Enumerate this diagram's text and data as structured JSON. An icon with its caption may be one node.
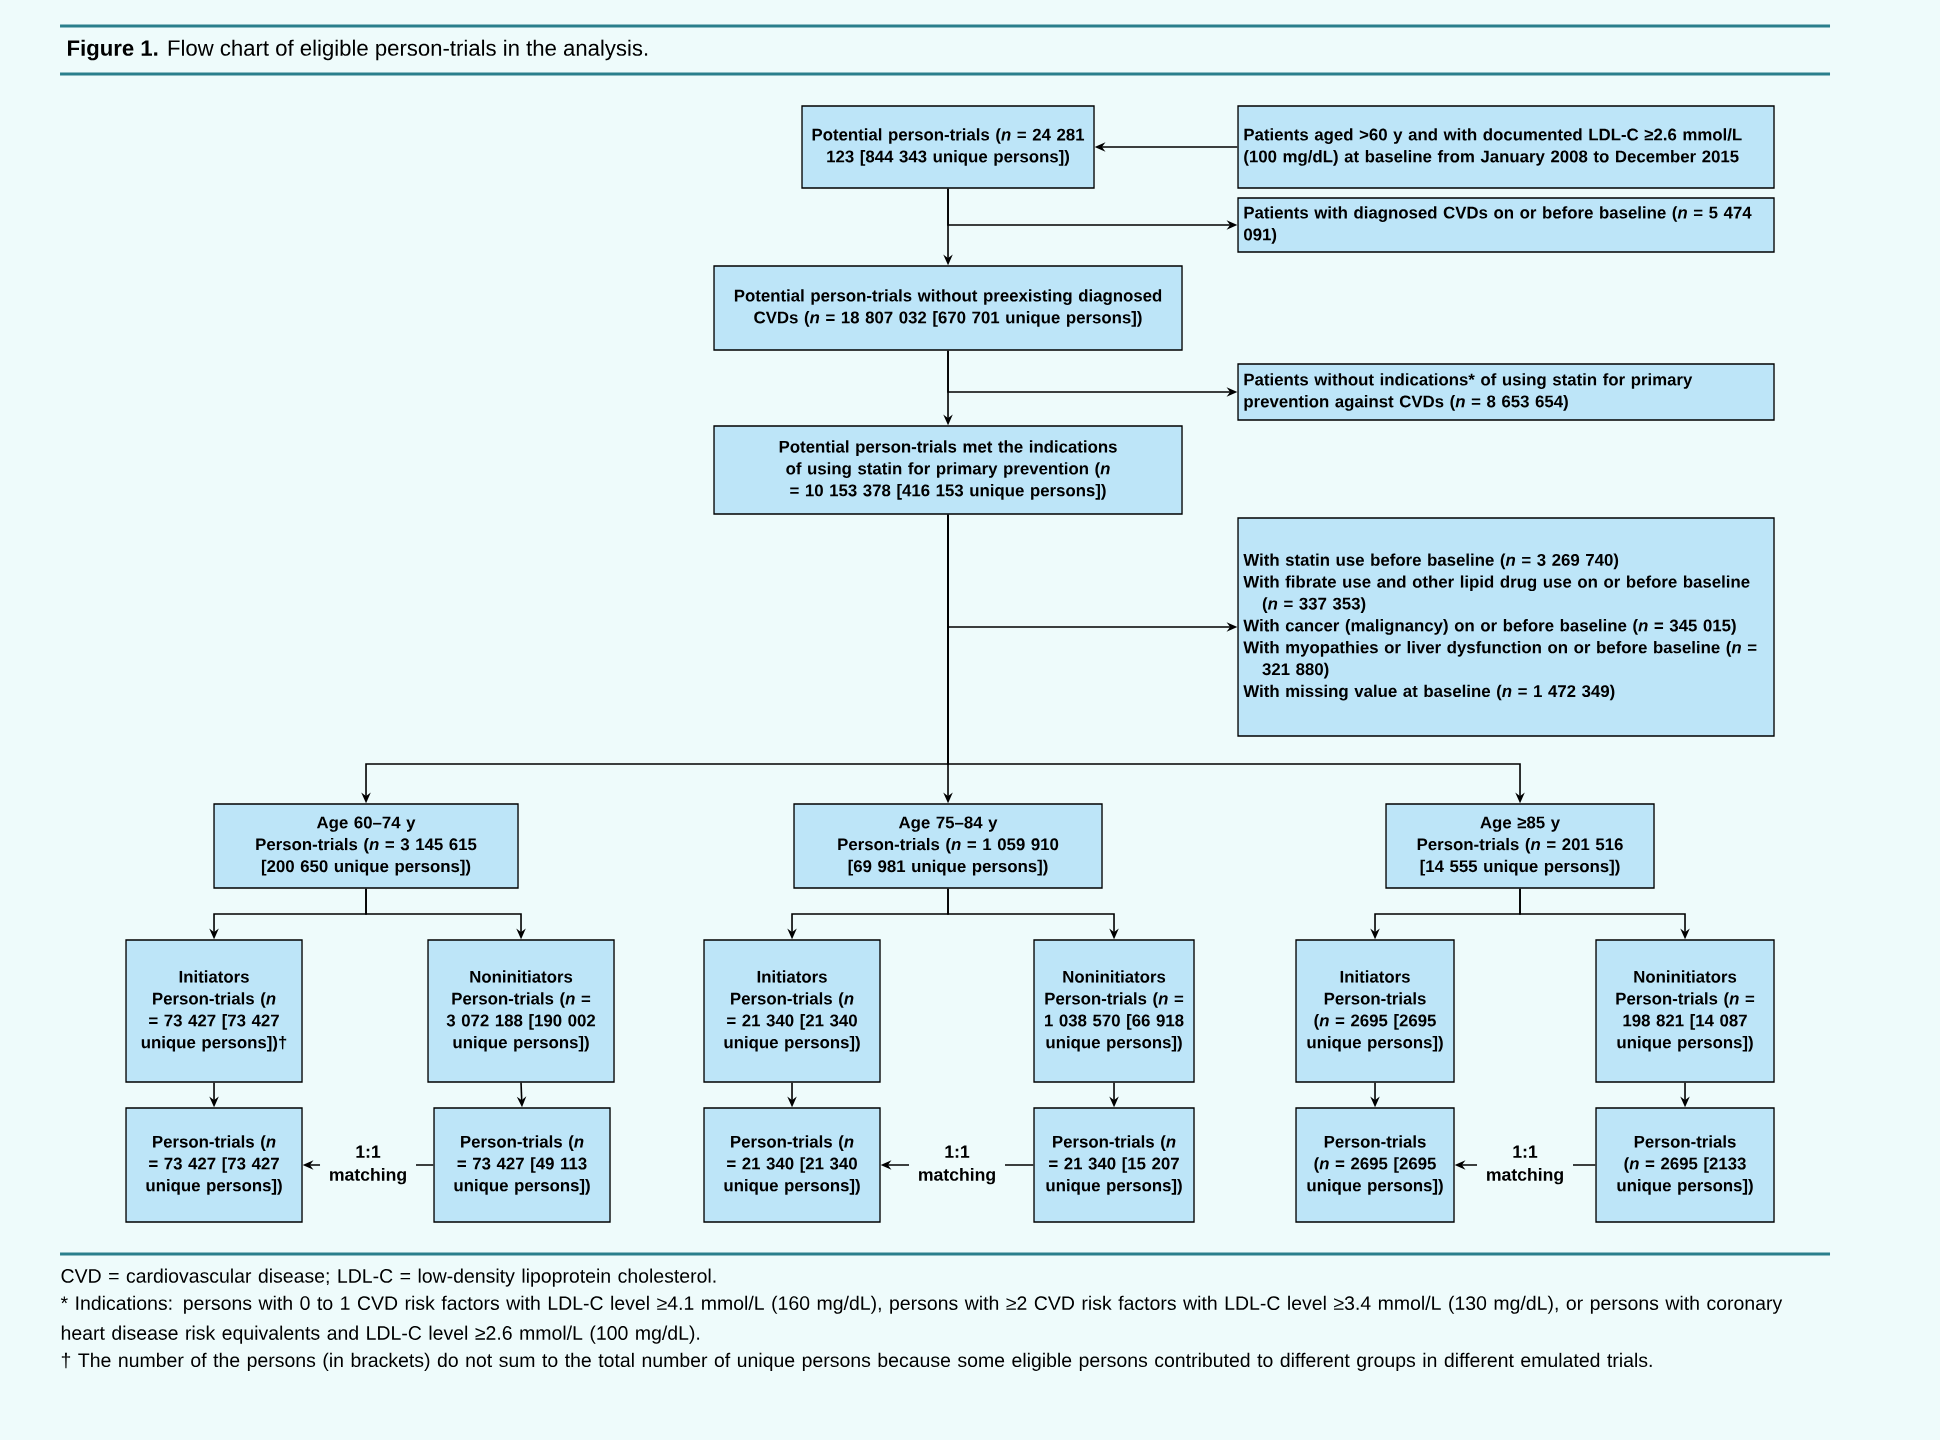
{
  "diagram": {
    "title": "**Figure 1.** Flow chart of eligible person-trials in the analysis.",
    "nodes": [
      {
        "text": [
          "Potential person-trials (*n* = 24 281 123 [844 343 unique persons])"
        ]
      },
      {
        "text": [
          "Patients aged >60 y and with documented LDL-C ≥2.6 mmol/L (100 mg/dL) at baseline from January 2008 to December 2015"
        ]
      },
      {
        "text": [
          "Patients with diagnosed CVDs on or before baseline (*n* = 5 474 091)"
        ]
      },
      {
        "text": [
          "Potential person-trials without preexisting diagnosed CVDs (*n* = 18 807 032 [670 701 unique persons])"
        ]
      },
      {
        "text": [
          "Patients without indications* of using statin for primary prevention against CVDs (*n* = 8 653 654)"
        ]
      },
      {
        "text": [
          "Potential person-trials met the indications of using statin for primary prevention (*n* = 10 153 378 [416 153 unique persons])"
        ]
      },
      {
        "text": [
          "With statin use before baseline (*n* = 3 269 740)",
          "With fibrate use and other lipid drug use on or before baseline (*n* = 337 353)",
          "With cancer (malignancy) on or before baseline (*n* = 345 015)",
          "With myopathies or liver dysfunction on or before baseline (*n* = 321 880)",
          "With missing value at baseline (*n* = 1 472 349)"
        ]
      },
      {
        "text": [
          "Age 60–74 y",
          "Person-trials (*n* = 3 145 615 [200 650 unique persons])"
        ]
      },
      {
        "text": [
          "Age 75–84 y",
          "Person-trials (*n* = 1 059 910 [69 981 unique persons])"
        ]
      },
      {
        "text": [
          "Age ≥85 y",
          "Person-trials (*n* = 201 516 [14 555 unique persons])"
        ]
      },
      {
        "text": [
          "Initiators",
          "Person-trials (*n* = 73 427 [73 427 unique persons])†"
        ]
      },
      {
        "text": [
          "Noninitiators",
          "Person-trials (*n* = 3 072 188 [190 002 unique persons])"
        ]
      },
      {
        "text": [
          "Initiators",
          "Person-trials (*n* = 21 340 [21 340 unique persons])"
        ]
      },
      {
        "text": [
          "Noninitiators",
          "Person-trials (*n* = 1 038 570 [66 918 unique persons])"
        ]
      },
      {
        "text": [
          "Initiators",
          "Person-trials (*n* = 2695 [2695 unique persons])"
        ]
      },
      {
        "text": [
          "Noninitiators",
          "Person-trials (*n* = 198 821 [14 087 unique persons])"
        ]
      },
      {
        "text": [
          "Person-trials (*n* = 73 427 [73 427 unique persons])"
        ]
      },
      {
        "text": [
          "Person-trials (*n* = 73 427 [49 113 unique persons])"
        ]
      },
      {
        "text": [
          "Person-trials (*n* = 21 340 [21 340 unique persons])"
        ]
      },
      {
        "text": [
          "Person-trials (*n* = 21 340 [15 207 unique persons])"
        ]
      },
      {
        "text": [
          "Person-trials (*n* = 2695 [2695 unique persons])"
        ]
      },
      {
        "text": [
          "Person-trials (*n* = 2695 [2133 unique persons])"
        ]
      }
    ],
    "edges": [
      {
        "from": 1,
        "to": 0,
        "arrow": "to"
      },
      {
        "from": 0,
        "to": 2,
        "arrow": "to"
      },
      {
        "from": 0,
        "to": 3,
        "arrow": "to"
      },
      {
        "from": 3,
        "to": 4,
        "arrow": "to"
      },
      {
        "from": 3,
        "to": 5,
        "arrow": "to"
      },
      {
        "from": 5,
        "to": 6,
        "arrow": "to"
      },
      {
        "from": 5,
        "to": 7,
        "arrow": "to"
      },
      {
        "from": 5,
        "to": 8,
        "arrow": "to"
      },
      {
        "from": 5,
        "to": 9,
        "arrow": "to"
      },
      {
        "from": 7,
        "to": 10,
        "arrow": "to"
      },
      {
        "from": 7,
        "to": 11,
        "arrow": "to"
      },
      {
        "from": 8,
        "to": 12,
        "arrow": "to"
      },
      {
        "from": 8,
        "to": 13,
        "arrow": "to"
      },
      {
        "from": 9,
        "to": 14,
        "arrow": "to"
      },
      {
        "from": 9,
        "to": 15,
        "arrow": "to"
      },
      {
        "from": 10,
        "to": 16,
        "arrow": "to"
      },
      {
        "from": 11,
        "to": 17,
        "arrow": "to"
      },
      {
        "from": 12,
        "to": 18,
        "arrow": "to"
      },
      {
        "from": 13,
        "to": 19,
        "arrow": "to"
      },
      {
        "from": 14,
        "to": 20,
        "arrow": "to"
      },
      {
        "from": 15,
        "to": 21,
        "arrow": "to"
      },
      {
        "from": 17,
        "to": 16,
        "arrow": "to",
        "label": "1:1 matching"
      },
      {
        "from": 19,
        "to": 18,
        "arrow": "to",
        "label": "1:1 matching"
      },
      {
        "from": 21,
        "to": 20,
        "arrow": "to",
        "label": "1:1 matching"
      }
    ],
    "labels": [
      "CVD = cardiovascular disease; LDL-C = low-density lipoprotein cholesterol.",
      "* Indications: persons with 0 to 1 CVD risk factors with LDL-C level ≥4.1 mmol/L (160 mg/dL), persons with ≥2 CVD risk factors with LDL-C level ≥3.4 mmol/L (130 mg/dL), or persons with coronary heart disease risk equivalents and LDL-C level ≥2.6 mmol/L (100 mg/dL).",
      "† The number of the persons (in brackets) do not sum to the total number of unique persons because some eligible persons contributed to different groups in different emulated trials."
    ]
  }
}
